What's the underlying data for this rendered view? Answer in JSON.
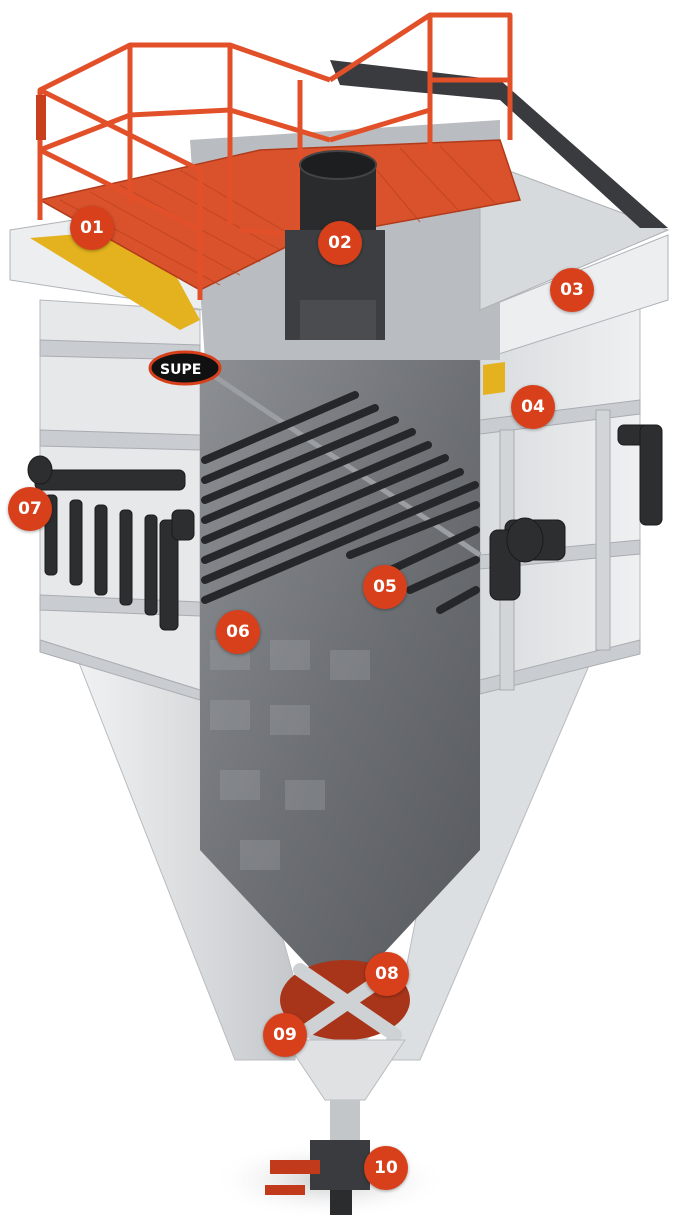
{
  "diagram": {
    "brand_text": "SUPE",
    "colors": {
      "marker": "#d8401c",
      "railing": "#e2502a",
      "grating": "#d9522c",
      "steel_light": "#e4e6e8",
      "steel_mid": "#c9cccf",
      "steel_dark": "#5f6266",
      "pipe": "#2e2f31",
      "accent_yellow": "#e3b21e"
    },
    "markers": [
      {
        "id": "01",
        "label": "01"
      },
      {
        "id": "02",
        "label": "02"
      },
      {
        "id": "03",
        "label": "03"
      },
      {
        "id": "04",
        "label": "04"
      },
      {
        "id": "05",
        "label": "05"
      },
      {
        "id": "06",
        "label": "06"
      },
      {
        "id": "07",
        "label": "07"
      },
      {
        "id": "08",
        "label": "08"
      },
      {
        "id": "09",
        "label": "09"
      },
      {
        "id": "10",
        "label": "10"
      }
    ]
  }
}
